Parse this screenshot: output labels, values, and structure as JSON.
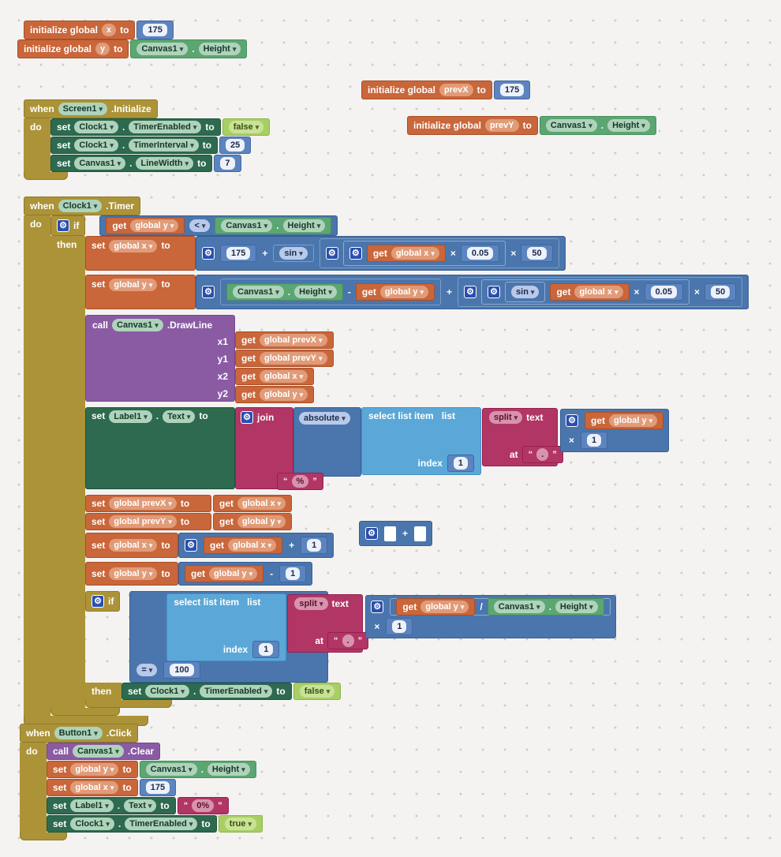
{
  "icons": {
    "mutator": "⚙",
    "dropdown": "▾"
  },
  "punct": {
    "quote_open": "“",
    "quote_close": "”",
    "dot": "."
  },
  "kw": {
    "when": "when",
    "do": "do",
    "then": "then",
    "if": "if",
    "set": "set",
    "to": "to",
    "call": "call",
    "get": "get",
    "init": "initialize global",
    "join": "join",
    "list": "list",
    "text": "text",
    "at": "at",
    "index": "index",
    "x1": "x1",
    "y1": "y1",
    "x2": "x2",
    "y2": "y2"
  },
  "ops": {
    "plus": "+",
    "minus": "-",
    "times": "×",
    "div": "/",
    "lt": "<",
    "eq": "="
  },
  "components": {
    "screen1": "Screen1",
    "clock1": "Clock1",
    "canvas1": "Canvas1",
    "button1": "Button1",
    "label1": "Label1"
  },
  "props": {
    "timer_enabled": "TimerEnabled",
    "timer_interval": "TimerInterval",
    "line_width": "LineWidth",
    "height": "Height",
    "text": "Text"
  },
  "events": {
    "initialize": ".Initialize",
    "timer": ".Timer",
    "click": ".Click"
  },
  "methods": {
    "draw_line": ".DrawLine",
    "clear": ".Clear"
  },
  "vars": {
    "x": "x",
    "y": "y",
    "prevX": "prevX",
    "prevY": "prevY",
    "gx": "global x",
    "gy": "global y",
    "gpx": "global prevX",
    "gpy": "global prevY"
  },
  "funcs": {
    "sin": "sin",
    "absolute": "absolute",
    "split": "split",
    "select": "select list item"
  },
  "logic": {
    "false": "false",
    "true": "true"
  },
  "nums": {
    "n175": "175",
    "n25": "25",
    "n7": "7",
    "n50": "50",
    "n005": "0.05",
    "n1": "1",
    "n100": "100"
  },
  "strings": {
    "pct": "%",
    "dot": ".",
    "zero_pct": "0%"
  }
}
